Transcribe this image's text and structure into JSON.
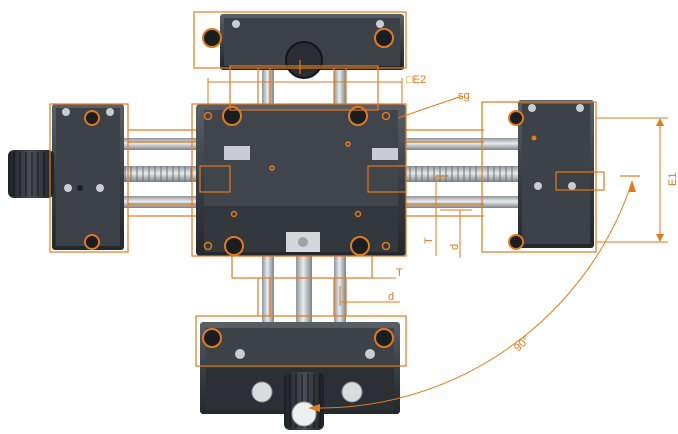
{
  "figure": {
    "dimensions": {
      "e2": "□E2",
      "sg": "sg",
      "e1": "E1",
      "t_right": "T",
      "d_right": "d",
      "t_bottom": "T",
      "d_bottom": "d",
      "angle": "90°"
    },
    "colors": {
      "dimension": "#e07a1f",
      "metal_dark": "#2f3338",
      "metal_mid": "#4a5057",
      "rail": "#b9bec3",
      "background": "#ffffff"
    }
  }
}
